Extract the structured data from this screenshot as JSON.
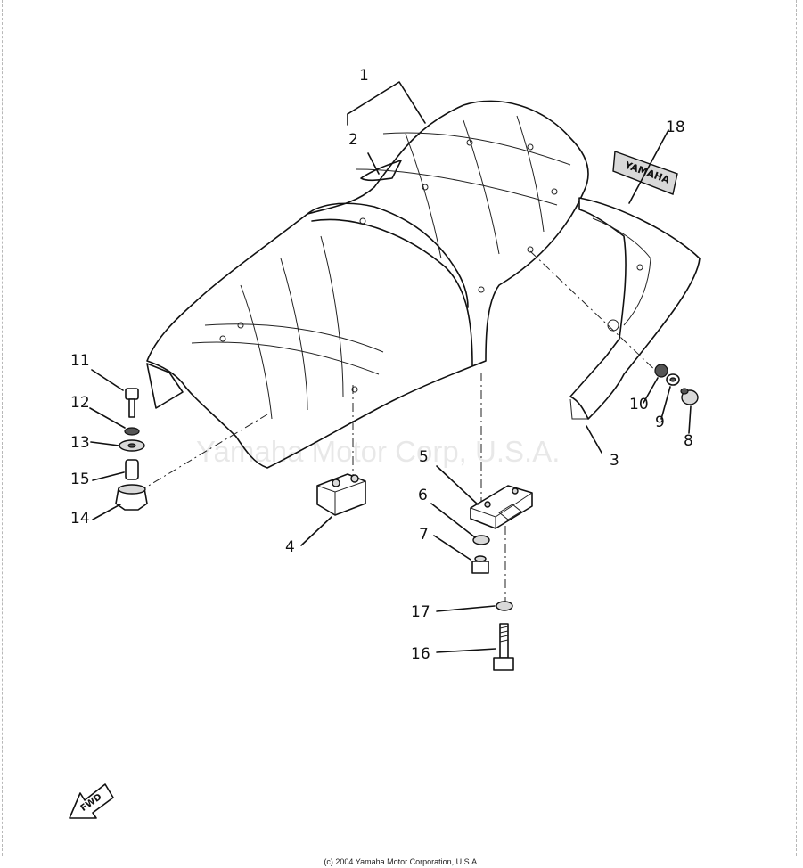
{
  "diagram": {
    "callouts": {
      "p1": "1",
      "p2": "2",
      "p3": "3",
      "p4": "4",
      "p5": "5",
      "p6": "6",
      "p7": "7",
      "p8": "8",
      "p9": "9",
      "p10": "10",
      "p11": "11",
      "p12": "12",
      "p13": "13",
      "p14": "14",
      "p15": "15",
      "p16": "16",
      "p17": "17",
      "p18": "18"
    },
    "emblem_text": "YAMAHA",
    "fwd_label": "FWD"
  },
  "watermark": "Yamaha Motor Corp, U.S.A.",
  "copyright": "(c) 2004 Yamaha Motor Corporation, U.S.A."
}
